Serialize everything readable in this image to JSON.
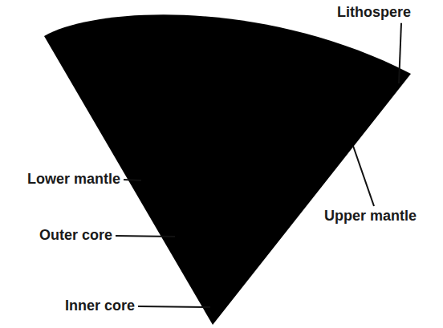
{
  "diagram": {
    "labels": [
      "Lithospere",
      "Upper mantle",
      "Lower mantle",
      "Outer core",
      "Inner core"
    ]
  }
}
